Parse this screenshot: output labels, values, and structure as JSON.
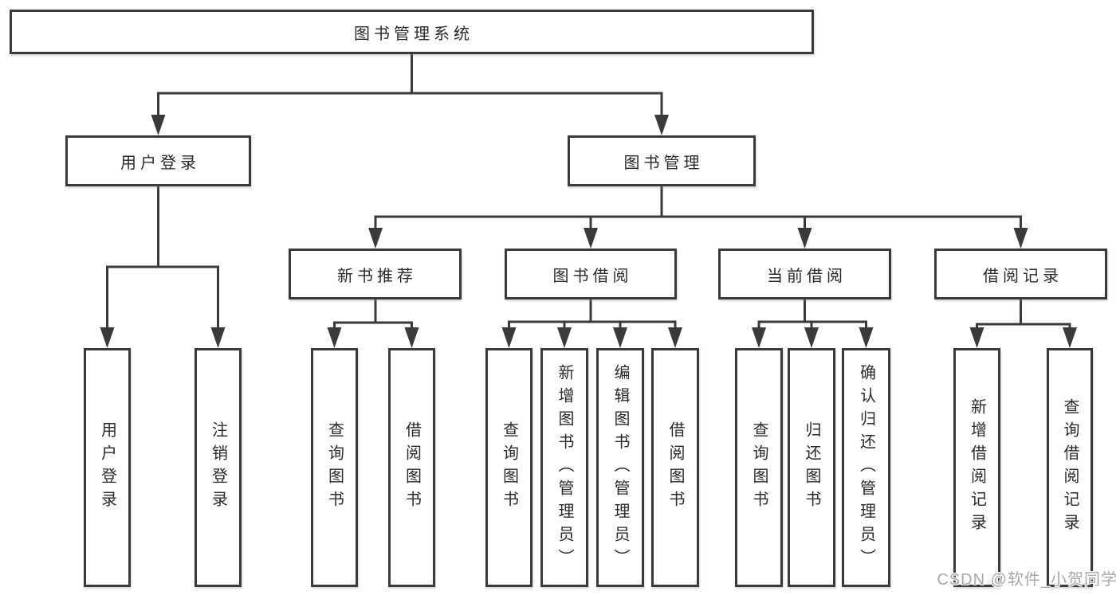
{
  "colors": {
    "line": "#3a3a3a",
    "text": "#2a2a2a",
    "box_bg": "#ffffff",
    "watermark": "#a8a8a8"
  },
  "watermark": "CSDN @软件_小贺同学",
  "tree": {
    "label": "图书管理系统",
    "children": [
      {
        "label": "用户登录",
        "children": [
          {
            "label": "用户登录"
          },
          {
            "label": "注销登录"
          }
        ]
      },
      {
        "label": "图书管理",
        "children": [
          {
            "label": "新书推荐",
            "children": [
              {
                "label": "查询图书"
              },
              {
                "label": "借阅图书"
              }
            ]
          },
          {
            "label": "图书借阅",
            "children": [
              {
                "label": "查询图书"
              },
              {
                "label": "新增图书（管理员）"
              },
              {
                "label": "编辑图书（管理员）"
              },
              {
                "label": "借阅图书"
              }
            ]
          },
          {
            "label": "当前借阅",
            "children": [
              {
                "label": "查询图书"
              },
              {
                "label": "归还图书"
              },
              {
                "label": "确认归还（管理员）"
              }
            ]
          },
          {
            "label": "借阅记录",
            "children": [
              {
                "label": "新增借阅记录"
              },
              {
                "label": "查询借阅记录"
              }
            ]
          }
        ]
      }
    ]
  }
}
